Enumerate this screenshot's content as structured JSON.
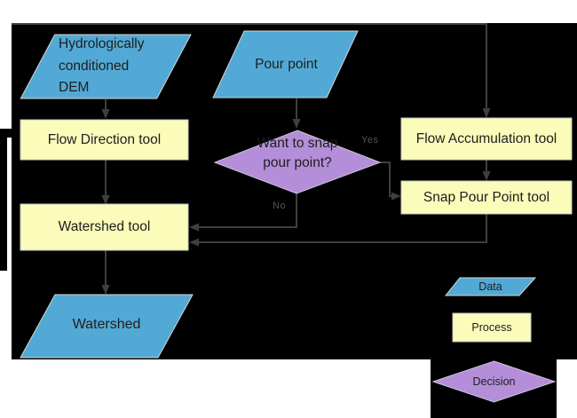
{
  "nodes": {
    "dem": {
      "label": "Hydrologically conditioned DEM",
      "type": "data"
    },
    "pour_point": {
      "label": "Pour point",
      "type": "data"
    },
    "flow_direction": {
      "label": "Flow Direction tool",
      "type": "process"
    },
    "flow_accumulation": {
      "label": "Flow Accumulation tool",
      "type": "process"
    },
    "want_to_snap": {
      "label": "Want to snap pour point?",
      "type": "decision"
    },
    "snap_pour_point": {
      "label": "Snap Pour Point tool",
      "type": "process"
    },
    "watershed_tool": {
      "label": "Watershed tool",
      "type": "process"
    },
    "watershed": {
      "label": "Watershed",
      "type": "data"
    }
  },
  "edges": {
    "yes_label": "Yes",
    "no_label": "No",
    "flow": [
      "dem -> flow_direction",
      "pour_point -> want_to_snap",
      "top-line -> flow_accumulation",
      "flow_accumulation -> snap_pour_point",
      "want_to_snap -Yes-> snap_pour_point",
      "want_to_snap -No-> watershed_tool",
      "snap_pour_point -> watershed_tool",
      "flow_direction -> watershed_tool",
      "watershed_tool -> watershed"
    ]
  },
  "legend": {
    "data": "Data",
    "process": "Process",
    "decision": "Decision"
  },
  "colors": {
    "data_fill": "#53a9d5",
    "process_fill": "#fbfbba",
    "decision_fill": "#b48ed8",
    "connector": "#3f3f3f",
    "canvas_bg": "#000000",
    "page_bg": "#ffffff",
    "shape_outline": "#cdcdcd"
  }
}
